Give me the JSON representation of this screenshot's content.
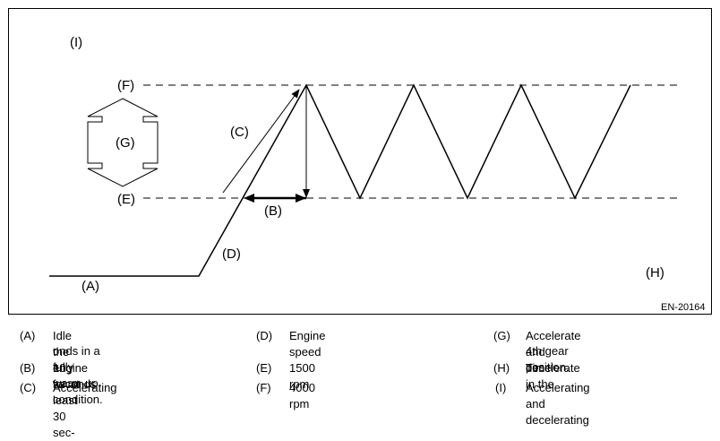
{
  "diagram": {
    "labels": {
      "A": "(A)",
      "B": "(B)",
      "C": "(C)",
      "D": "(D)",
      "E": "(E)",
      "F": "(F)",
      "G": "(G)",
      "H": "(H)",
      "I": "(I)"
    },
    "code": "EN-20164"
  },
  "legend": [
    {
      "key": "(A)",
      "text_line1": "Idle the engine for at least 30 sec-",
      "text_line2": "onds in a fully warm-up condition."
    },
    {
      "key": "(B)",
      "text_line1": "10 seconds",
      "text_line2": ""
    },
    {
      "key": "(C)",
      "text_line1": "Accelerating",
      "text_line2": ""
    },
    {
      "key": "(D)",
      "text_line1": "Engine speed",
      "text_line2": ""
    },
    {
      "key": "(E)",
      "text_line1": "1500 rpm",
      "text_line2": ""
    },
    {
      "key": "(F)",
      "text_line1": "4000 rpm",
      "text_line2": ""
    },
    {
      "key": "(G)",
      "text_line1": "Accelerate and decelerate in the",
      "text_line2": "4th gear position."
    },
    {
      "key": "(H)",
      "text_line1": "Time",
      "text_line2": ""
    },
    {
      "key": "(I)",
      "text_line1": "Accelerating and decelerating",
      "text_line2": ""
    }
  ]
}
